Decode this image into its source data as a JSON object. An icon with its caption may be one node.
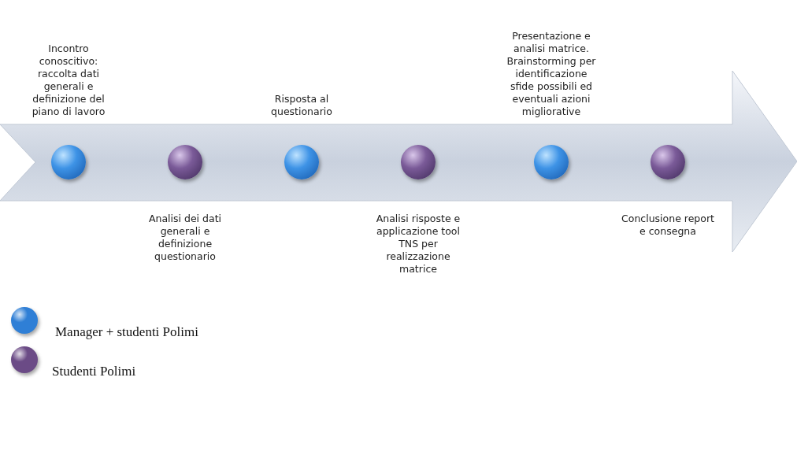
{
  "diagram": {
    "nodes": [
      {
        "text": [],
        "shape": "circle",
        "beside": [
          "Incontro conoscitivo: raccolta dati generali e definizione del piano di lavoro"
        ]
      },
      {
        "text": [],
        "shape": "circle",
        "beside": [
          "Analisi dei dati generali e definizione questionario"
        ]
      },
      {
        "text": [],
        "shape": "circle",
        "beside": [
          "Risposta al questionario"
        ]
      },
      {
        "text": [],
        "shape": "circle",
        "beside": [
          "Analisi risposte e applicazione tool TNS per realizzazione matrice"
        ]
      },
      {
        "text": [],
        "shape": "circle",
        "beside": [
          "Presentazione e analisi matrice. Brainstorming per identificazione sfide possibili ed eventuali azioni migliorative"
        ]
      },
      {
        "text": [],
        "shape": "circle",
        "beside": [
          "Conclusione report e consegna"
        ]
      }
    ],
    "edges": [],
    "legend": [
      {
        "text": "Manager + studenti Polimi",
        "color": "#2f7fd6"
      },
      {
        "text": "Studenti Polimi",
        "color": "#6b4b86"
      }
    ]
  }
}
